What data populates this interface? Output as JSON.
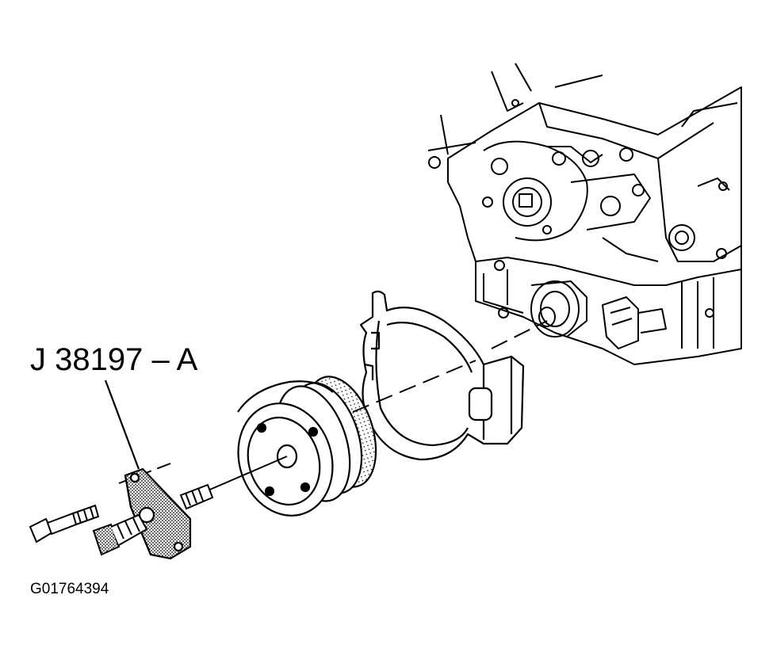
{
  "callout_label": "J 38197 – A",
  "figure_id": "G01764394",
  "parts": {
    "engine": "engine-block",
    "cover": "front-cover-plate",
    "pulley": "crankshaft-pulley",
    "tool": "tool-plate",
    "bolt": "bolt",
    "stud": "stud",
    "nut": "nut"
  },
  "colors": {
    "ink": "#000000",
    "paper": "#ffffff"
  }
}
